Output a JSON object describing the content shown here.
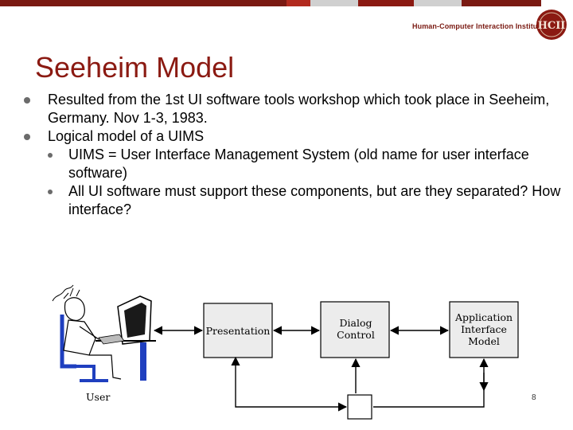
{
  "header": {
    "institute": "Human-Computer Interaction Institute",
    "seal_text": "HCII",
    "bar_colors": [
      "#7a1a12",
      "#7a1a12",
      "#7a1a12",
      "#7a1a12",
      "#b22a1e",
      "#c9c9c9",
      "#8b1a12",
      "#c9c9c9",
      "#7a1a12",
      "#c9c9c9"
    ]
  },
  "slide": {
    "title": "Seeheim Model",
    "bullets": [
      {
        "text": "Resulted from the 1st UI software tools workshop which took place in Seeheim, Germany. Nov 1-3, 1983."
      },
      {
        "text": "Logical model of a UIMS",
        "sub": [
          {
            "text": "UIMS = User Interface Management System (old name for user interface software)"
          },
          {
            "text": "All UI software must support these components, but are they separated? How interface?"
          }
        ]
      }
    ],
    "page_number": "8"
  },
  "diagram": {
    "user_label": "User",
    "boxes": {
      "presentation": "Presentation",
      "dialog": [
        "Dialog",
        "Control"
      ],
      "application": [
        "Application",
        "Interface",
        "Model"
      ]
    }
  },
  "colors": {
    "accent": "#8b1a12",
    "bullet": "#6b6b6b",
    "box_fill": "#ececec"
  },
  "icons": [
    "computer-user-illustration",
    "hcii-seal-icon",
    "bullet-dot-icon"
  ]
}
